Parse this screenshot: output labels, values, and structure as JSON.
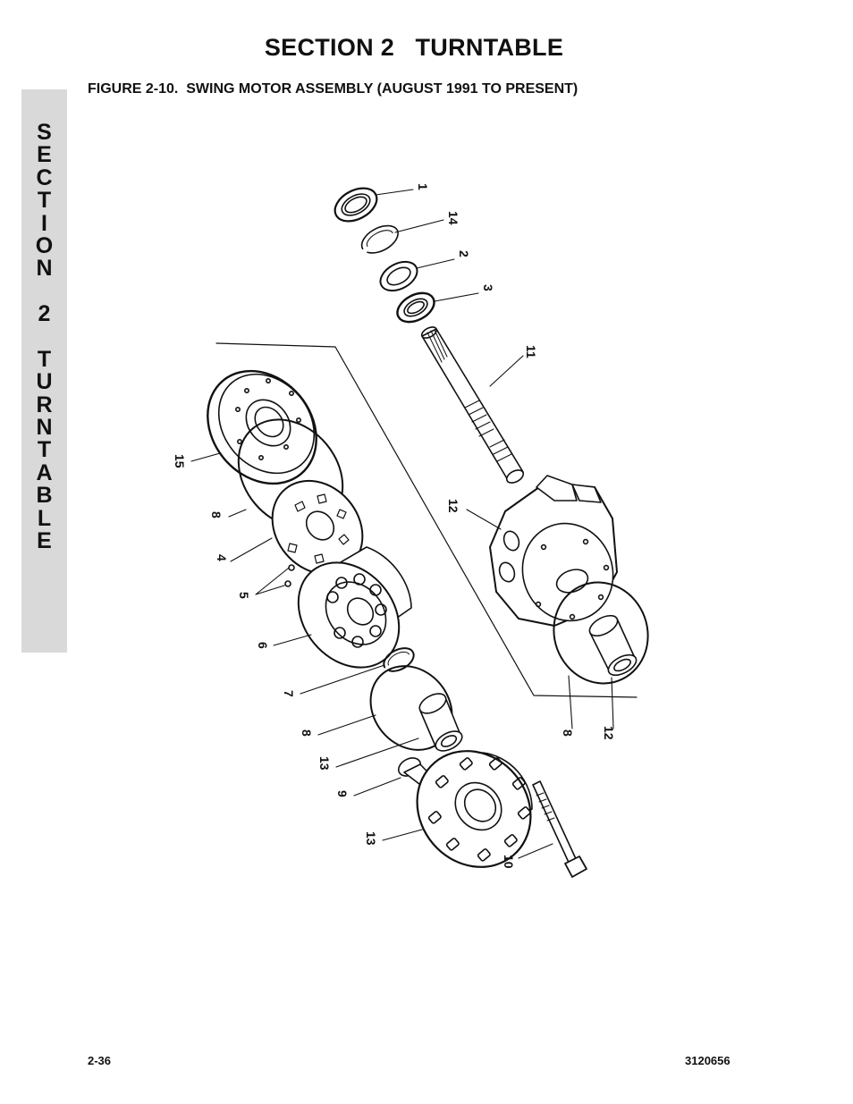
{
  "header": {
    "section_title": "SECTION 2   TURNTABLE",
    "figure_caption": "FIGURE 2-10.  SWING MOTOR ASSEMBLY (AUGUST 1991 TO PRESENT)"
  },
  "side_tab": {
    "letters": [
      "S",
      "E",
      "C",
      "T",
      "I",
      "O",
      "N",
      "",
      "2",
      "",
      "T",
      "U",
      "R",
      "N",
      "T",
      "A",
      "B",
      "L",
      "E"
    ]
  },
  "diagram": {
    "callouts": [
      "1",
      "14",
      "2",
      "3",
      "11",
      "12",
      "15",
      "8",
      "4",
      "5",
      "6",
      "7",
      "8",
      "13",
      "9",
      "13",
      "10",
      "8",
      "12"
    ]
  },
  "footer": {
    "page_number": "2-36",
    "document_number": "3120656"
  }
}
